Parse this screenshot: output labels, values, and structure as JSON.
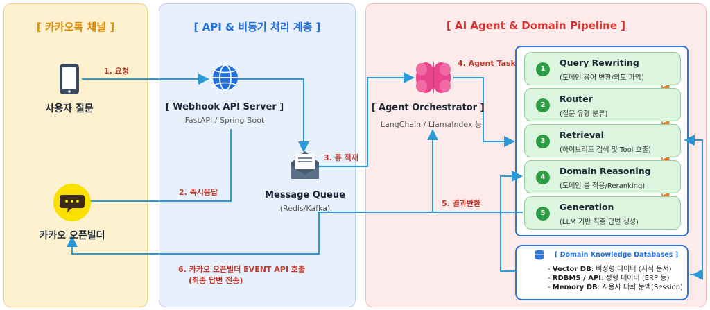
{
  "zones": {
    "channel_title": "[ 카카오톡 채널 ]",
    "api_title": "[ API & 비동기 처리 계층 ]",
    "agent_title": "[ AI Agent & Domain Pipeline ]"
  },
  "nodes": {
    "user_question": "사용자 질문",
    "kakao_builder": "카카오 오픈빌더",
    "webhook_title": "[ Webhook API Server ]",
    "webhook_sub": "FastAPI / Spring Boot",
    "mq_title": "Message Queue",
    "mq_sub": "(Redis/Kafka)",
    "orchestrator_title": "[ Agent Orchestrator ]",
    "orchestrator_sub": "LangChain / LlamaIndex 등"
  },
  "edges": {
    "e1": "1. 요청",
    "e2": "2. 즉시응답",
    "e3": "3. 큐 적재",
    "e4": "4. Agent Task",
    "e5": "5. 결과반환",
    "e6_line1": "6. 카카오 오픈빌더 EVENT API 호출",
    "e6_line2": "(최종 답변 전송)"
  },
  "pipeline": [
    {
      "num": "1",
      "title": "Query Rewriting",
      "sub": "(도메인 용어 변환/의도 파악)"
    },
    {
      "num": "2",
      "title": "Router",
      "sub": "(질문 유형 분류)"
    },
    {
      "num": "3",
      "title": "Retrieval",
      "sub": "(하이브리드 검색 및 Tool 호출)"
    },
    {
      "num": "4",
      "title": "Domain Reasoning",
      "sub": "(도메인 룰 적용/Reranking)"
    },
    {
      "num": "5",
      "title": "Generation",
      "sub": "(LLM 기반 최종 답변 생성)"
    }
  ],
  "knowledge": {
    "title": "[ Domain Knowledge Databases ]",
    "items": [
      {
        "name": "Vector DB",
        "desc": ": 비정형 데이터 (지식 문서)"
      },
      {
        "name": "RDBMS / API",
        "desc": ": 정형 데이터 (ERP 등)"
      },
      {
        "name": "Memory DB",
        "desc": ": 사용자 대화 문맥(Session)"
      }
    ]
  },
  "colors": {
    "zone_channel": "#fdf1d0",
    "zone_api": "#e8f0fc",
    "zone_agent": "#fdebeb",
    "channel_title": "#e08a00",
    "api_title": "#1f6fe0",
    "agent_title": "#d93030",
    "arrow": "#2a9bd6",
    "step_fill": "#dcf5de"
  }
}
